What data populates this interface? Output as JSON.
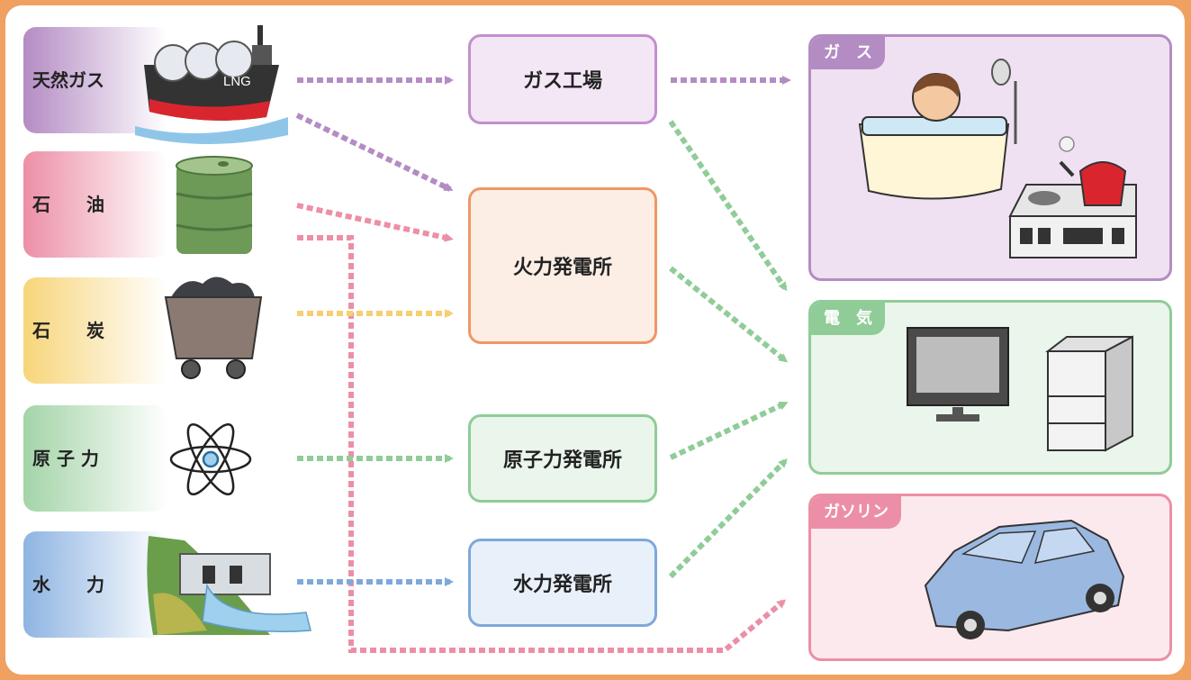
{
  "sources": {
    "natural_gas": "天然ガス",
    "oil": "石　　油",
    "coal": "石　　炭",
    "nuclear": "原 子 力",
    "hydro": "水　　力"
  },
  "plants": {
    "gas_factory": "ガス工場",
    "thermal": "火力発電所",
    "nuclear": "原子力発電所",
    "hydro": "水力発電所"
  },
  "uses": {
    "gas": "ガ　ス",
    "electricity": "電　気",
    "gasoline": "ガソリン"
  },
  "ship_text": "LNG",
  "colors": {
    "frame": "#f0a060",
    "gas": "#b48cc4",
    "oil": "#ec8fa6",
    "coal": "#f6cf72",
    "nuclear": "#90cc98",
    "hydro": "#7ea8dc",
    "thermal": "#ee9766"
  },
  "icons": [
    "lng-ship-icon",
    "oil-drum-icon",
    "coal-cart-icon",
    "atom-icon",
    "dam-icon",
    "bathtub-icon",
    "stove-kettle-icon",
    "tv-icon",
    "refrigerator-icon",
    "car-icon"
  ]
}
